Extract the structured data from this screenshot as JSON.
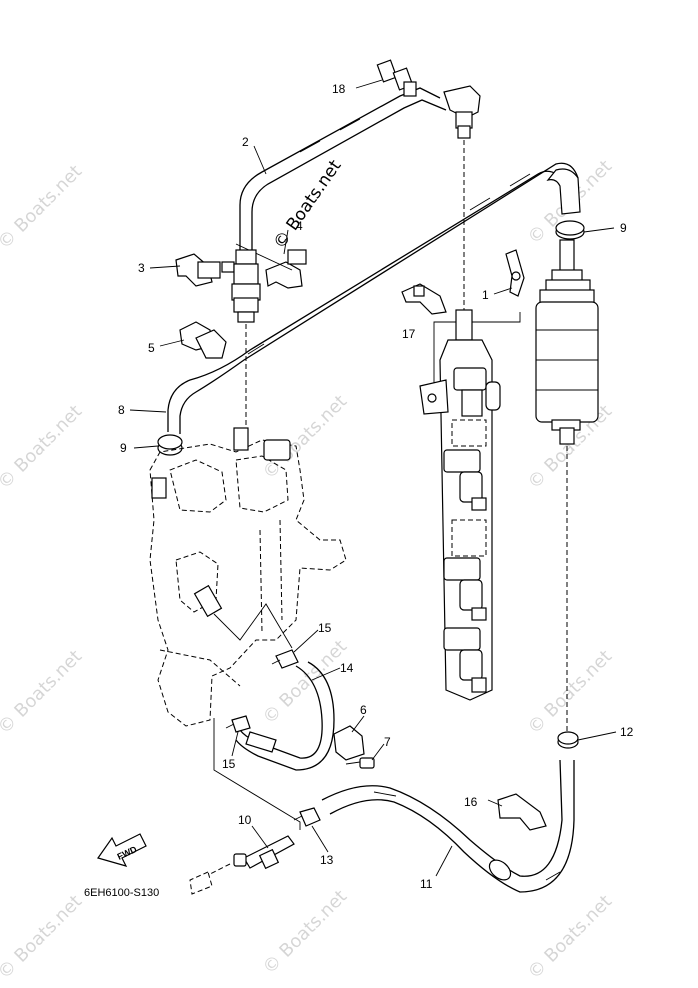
{
  "diagram": {
    "callouts": [
      {
        "id": "c18",
        "label": "18"
      },
      {
        "id": "c2",
        "label": "2"
      },
      {
        "id": "c4",
        "label": "4"
      },
      {
        "id": "c3",
        "label": "3"
      },
      {
        "id": "c1",
        "label": "1"
      },
      {
        "id": "c9a",
        "label": "9"
      },
      {
        "id": "c17",
        "label": "17"
      },
      {
        "id": "c5",
        "label": "5"
      },
      {
        "id": "c8",
        "label": "8"
      },
      {
        "id": "c9b",
        "label": "9"
      },
      {
        "id": "c15a",
        "label": "15"
      },
      {
        "id": "c14",
        "label": "14"
      },
      {
        "id": "c6",
        "label": "6"
      },
      {
        "id": "c7",
        "label": "7"
      },
      {
        "id": "c15b",
        "label": "15"
      },
      {
        "id": "c12",
        "label": "12"
      },
      {
        "id": "c16",
        "label": "16"
      },
      {
        "id": "c10",
        "label": "10"
      },
      {
        "id": "c13",
        "label": "13"
      },
      {
        "id": "c11",
        "label": "11"
      }
    ],
    "fwd_label": "FWD",
    "diagram_code": "6EH6100-S130",
    "watermark_main": "© Boats.net",
    "watermark_tile": "© Boats.net"
  }
}
